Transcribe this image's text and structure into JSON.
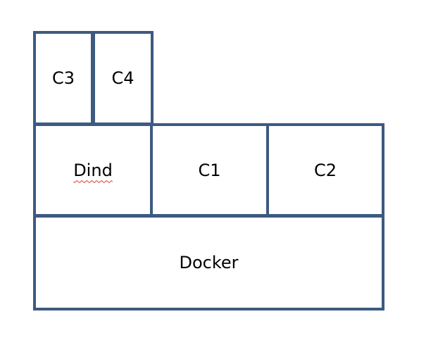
{
  "colors": {
    "box_border": "#3d5a80",
    "spellcheck_underline": "#d9342b"
  },
  "diagram": {
    "blocks": {
      "c3": "C3",
      "c4": "C4",
      "dind": "Dind",
      "c1": "C1",
      "c2": "C2",
      "docker": "Docker"
    }
  }
}
